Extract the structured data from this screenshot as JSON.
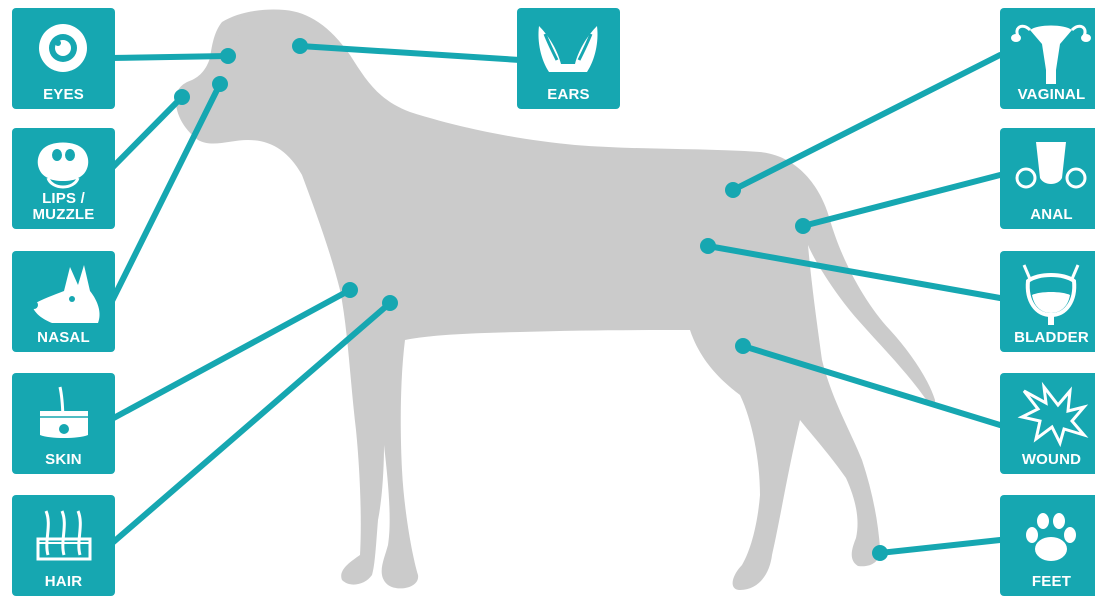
{
  "colors": {
    "teal": "#16a7b1",
    "dog": "#cbcbcb",
    "white": "#ffffff"
  },
  "labels": {
    "eyes": "EYES",
    "lips_muzzle_1": "LIPS /",
    "lips_muzzle_2": "MUZZLE",
    "nasal": "NASAL",
    "skin": "SKIN",
    "hair": "HAIR",
    "ears": "EARS",
    "vaginal": "VAGINAL",
    "anal": "ANAL",
    "bladder": "BLADDER",
    "wound": "WOUND",
    "feet": "FEET"
  },
  "icons": {
    "eyes": "eye-icon",
    "lips_muzzle": "dog-muzzle-icon",
    "nasal": "dog-head-profile-icon",
    "skin": "skin-hair-follicle-icon",
    "hair": "hair-follicles-icon",
    "ears": "dog-ears-icon",
    "vaginal": "uterus-icon",
    "anal": "anal-gland-icon",
    "bladder": "bladder-icon",
    "wound": "wound-icon",
    "feet": "paw-icon"
  }
}
